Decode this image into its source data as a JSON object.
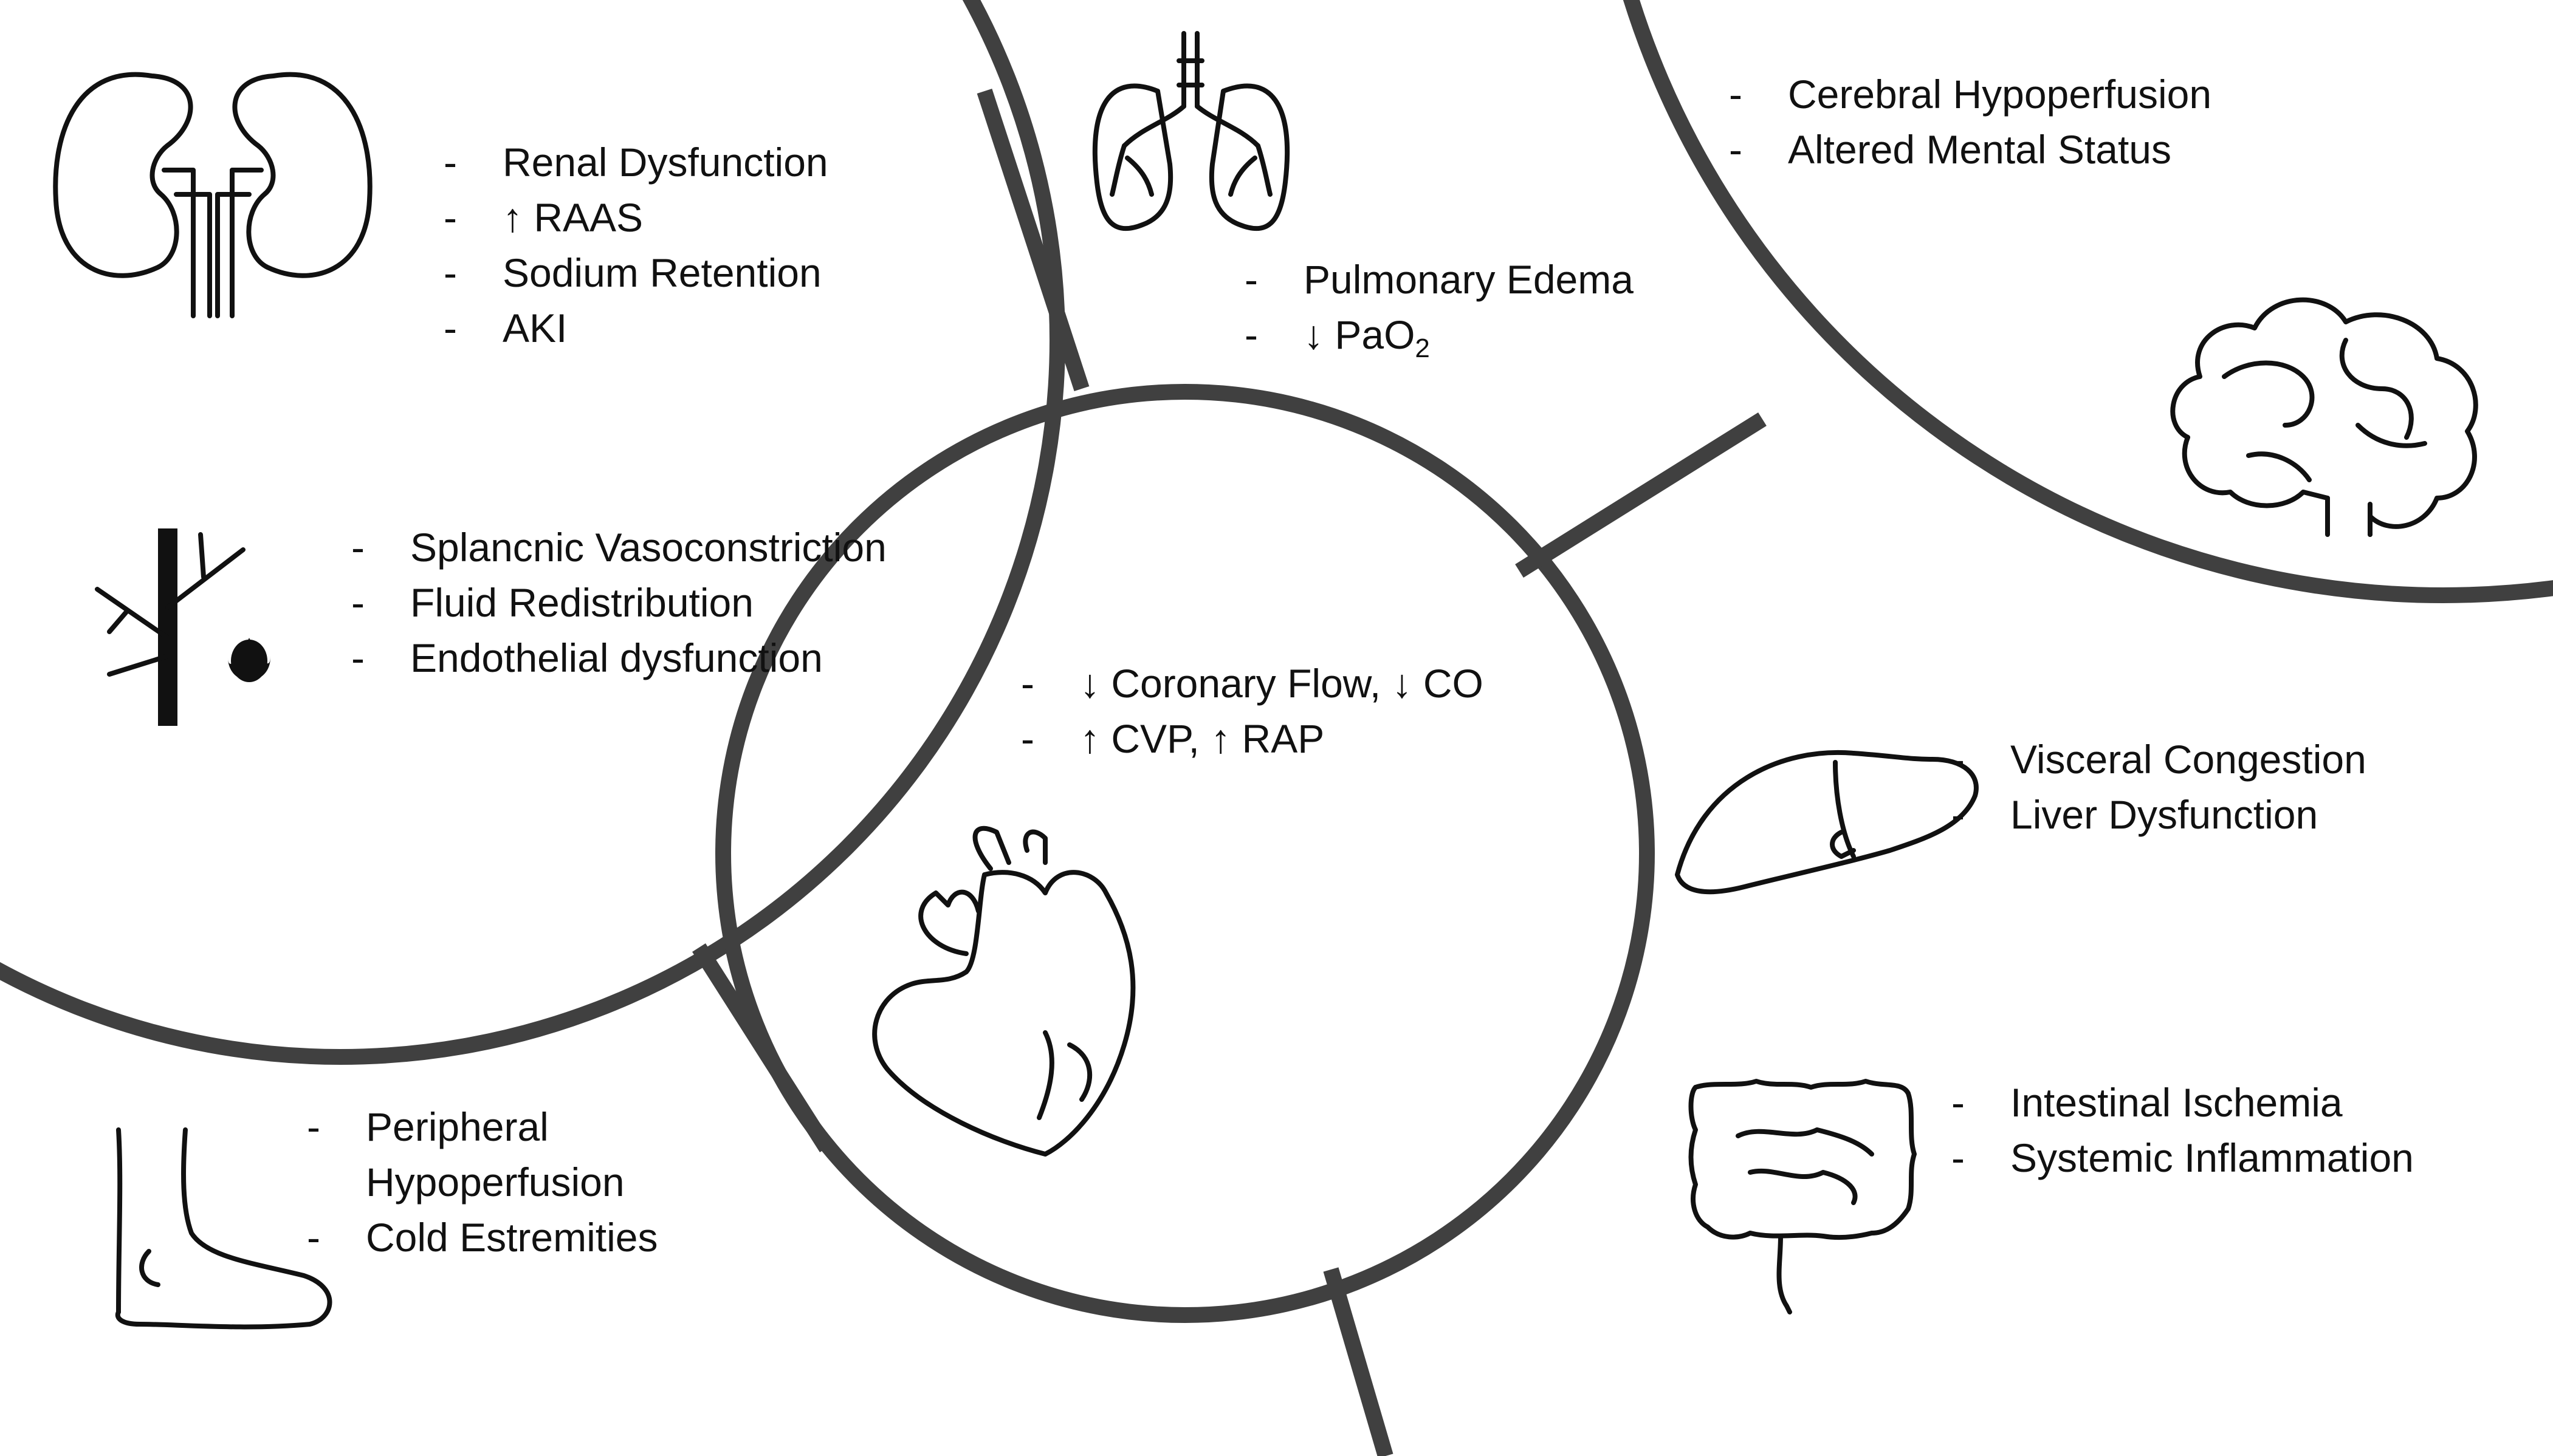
{
  "colors": {
    "ring": "#404040",
    "ink": "#111111",
    "background": "#ffffff"
  },
  "icons": {
    "kidney": "kidneys-icon",
    "lungs": "lungs-icon",
    "brain": "brain-icon",
    "vessel": "blood-vessel-icon",
    "heart": "heart-icon",
    "liver": "liver-icon",
    "intestine": "intestine-icon",
    "foot": "foot-icon"
  },
  "sections": {
    "kidney": [
      "Renal Dysfunction",
      "↑  RAAS",
      "Sodium Retention",
      "AKI"
    ],
    "lungs": [
      "Pulmonary Edema",
      "↓  PaO"
    ],
    "lungs_subscript": "2",
    "brain": [
      "Cerebral Hypoperfusion",
      "Altered Mental Status"
    ],
    "vessel": [
      "Splancnic Vasoconstriction",
      "Fluid Redistribution",
      "Endothelial dysfunction"
    ],
    "heart": [
      "↓ Coronary Flow, ↓ CO",
      "↑ CVP, ↑ RAP"
    ],
    "liver": [
      "Visceral Congestion",
      "Liver Dysfunction"
    ],
    "intestine": [
      "Intestinal Ischemia",
      "Systemic Inflammation"
    ],
    "foot": [
      "Peripheral",
      "Hypoperfusion",
      "Cold Estremities"
    ]
  }
}
